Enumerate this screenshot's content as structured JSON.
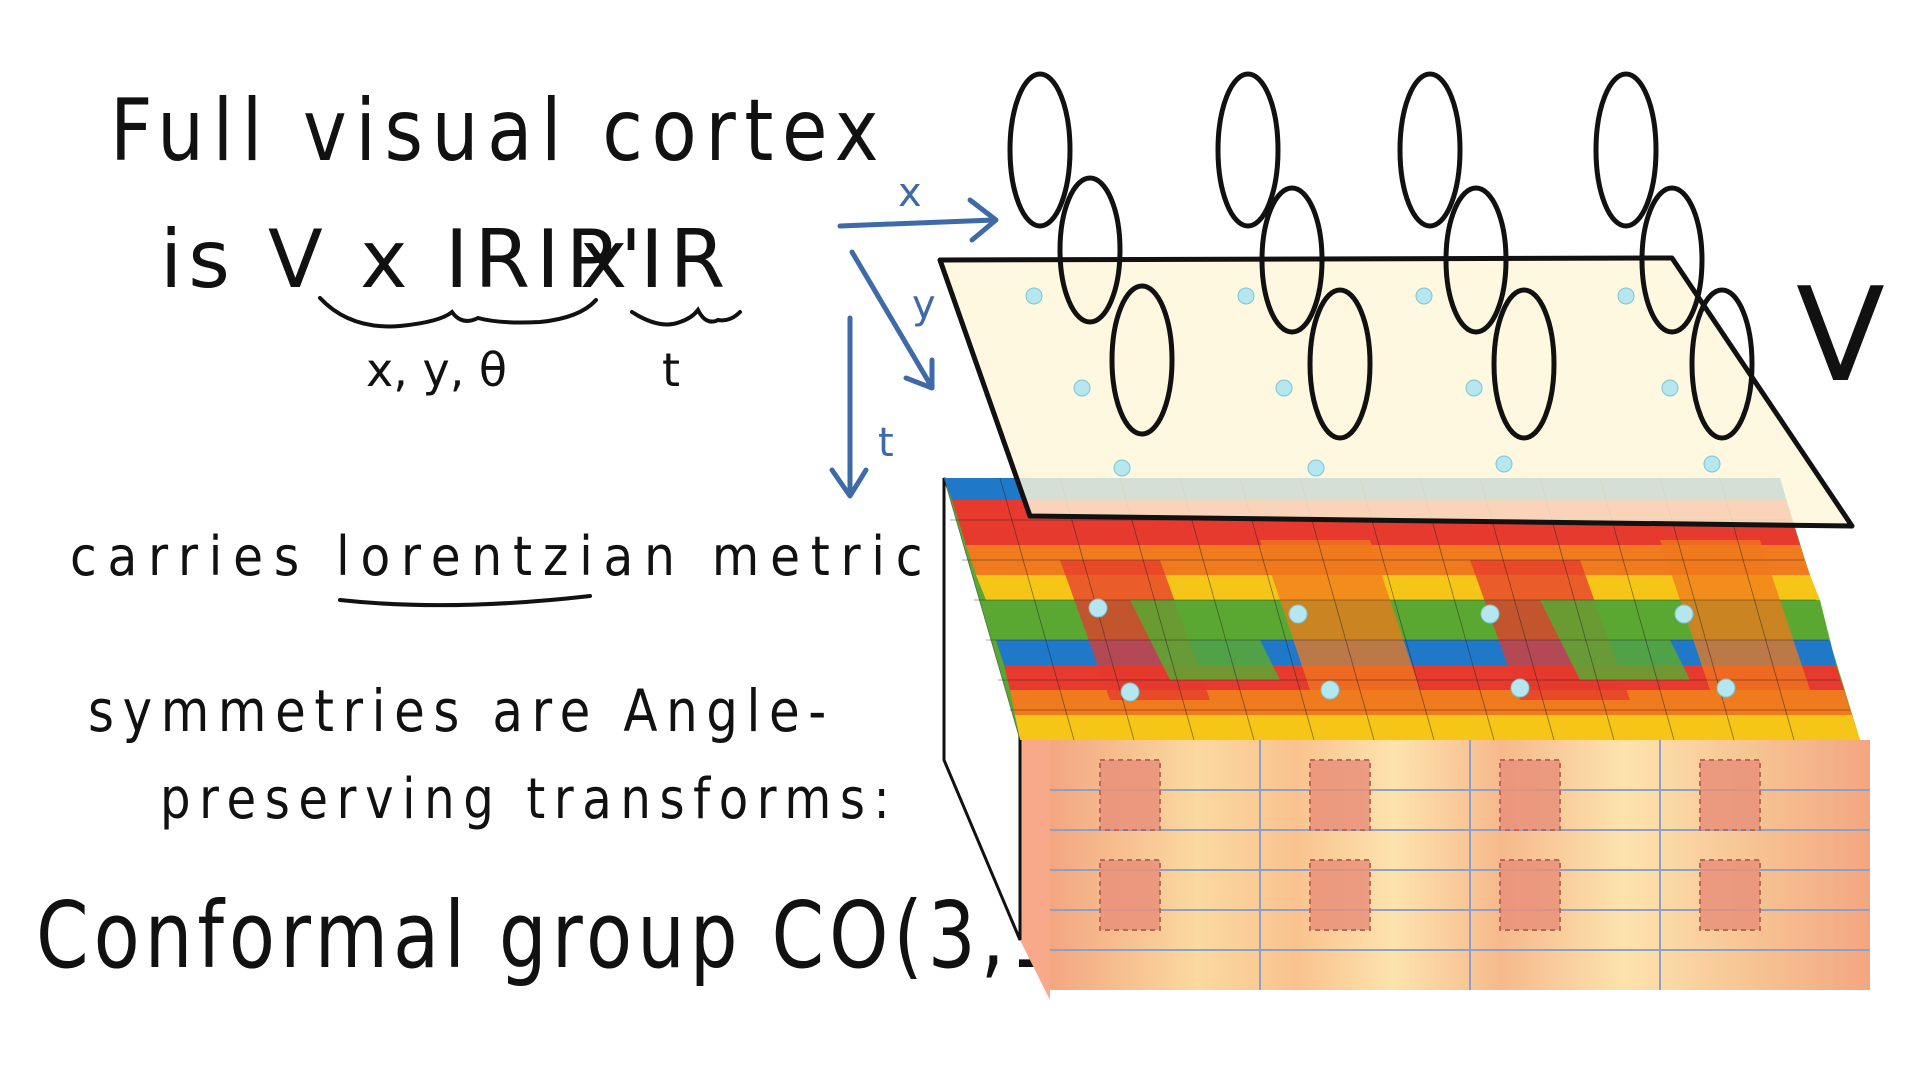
{
  "text": {
    "title": "Full visual cortex",
    "formula_is": "is",
    "formula_main": "V x IRIP'",
    "formula_times": "x",
    "formula_r": "IR",
    "formula_sub_space": "x, y, θ",
    "formula_sub_time": "t",
    "metric_line": "carries lorentzian metric",
    "symmetries_line1": "symmetries are Angle-",
    "symmetries_line2": "preserving transforms:",
    "conformal_line": "Conformal group CO(3,1)"
  },
  "diagram": {
    "axis_x_label": "x",
    "axis_y_label": "y",
    "axis_t_label": "t",
    "plane_label": "V",
    "colors": {
      "axes": "#3f6aa8",
      "plane_fill": "#fdf6d8",
      "rings": "#111111",
      "dots": "#b6e6ef",
      "map_red": "#e63a2e",
      "map_orange": "#f07a1e",
      "map_yellow": "#f5c518",
      "map_green": "#5aa832",
      "map_blue": "#1f78c8",
      "block_front": "#f9d7a8",
      "block_cube": "#e9907a"
    }
  }
}
